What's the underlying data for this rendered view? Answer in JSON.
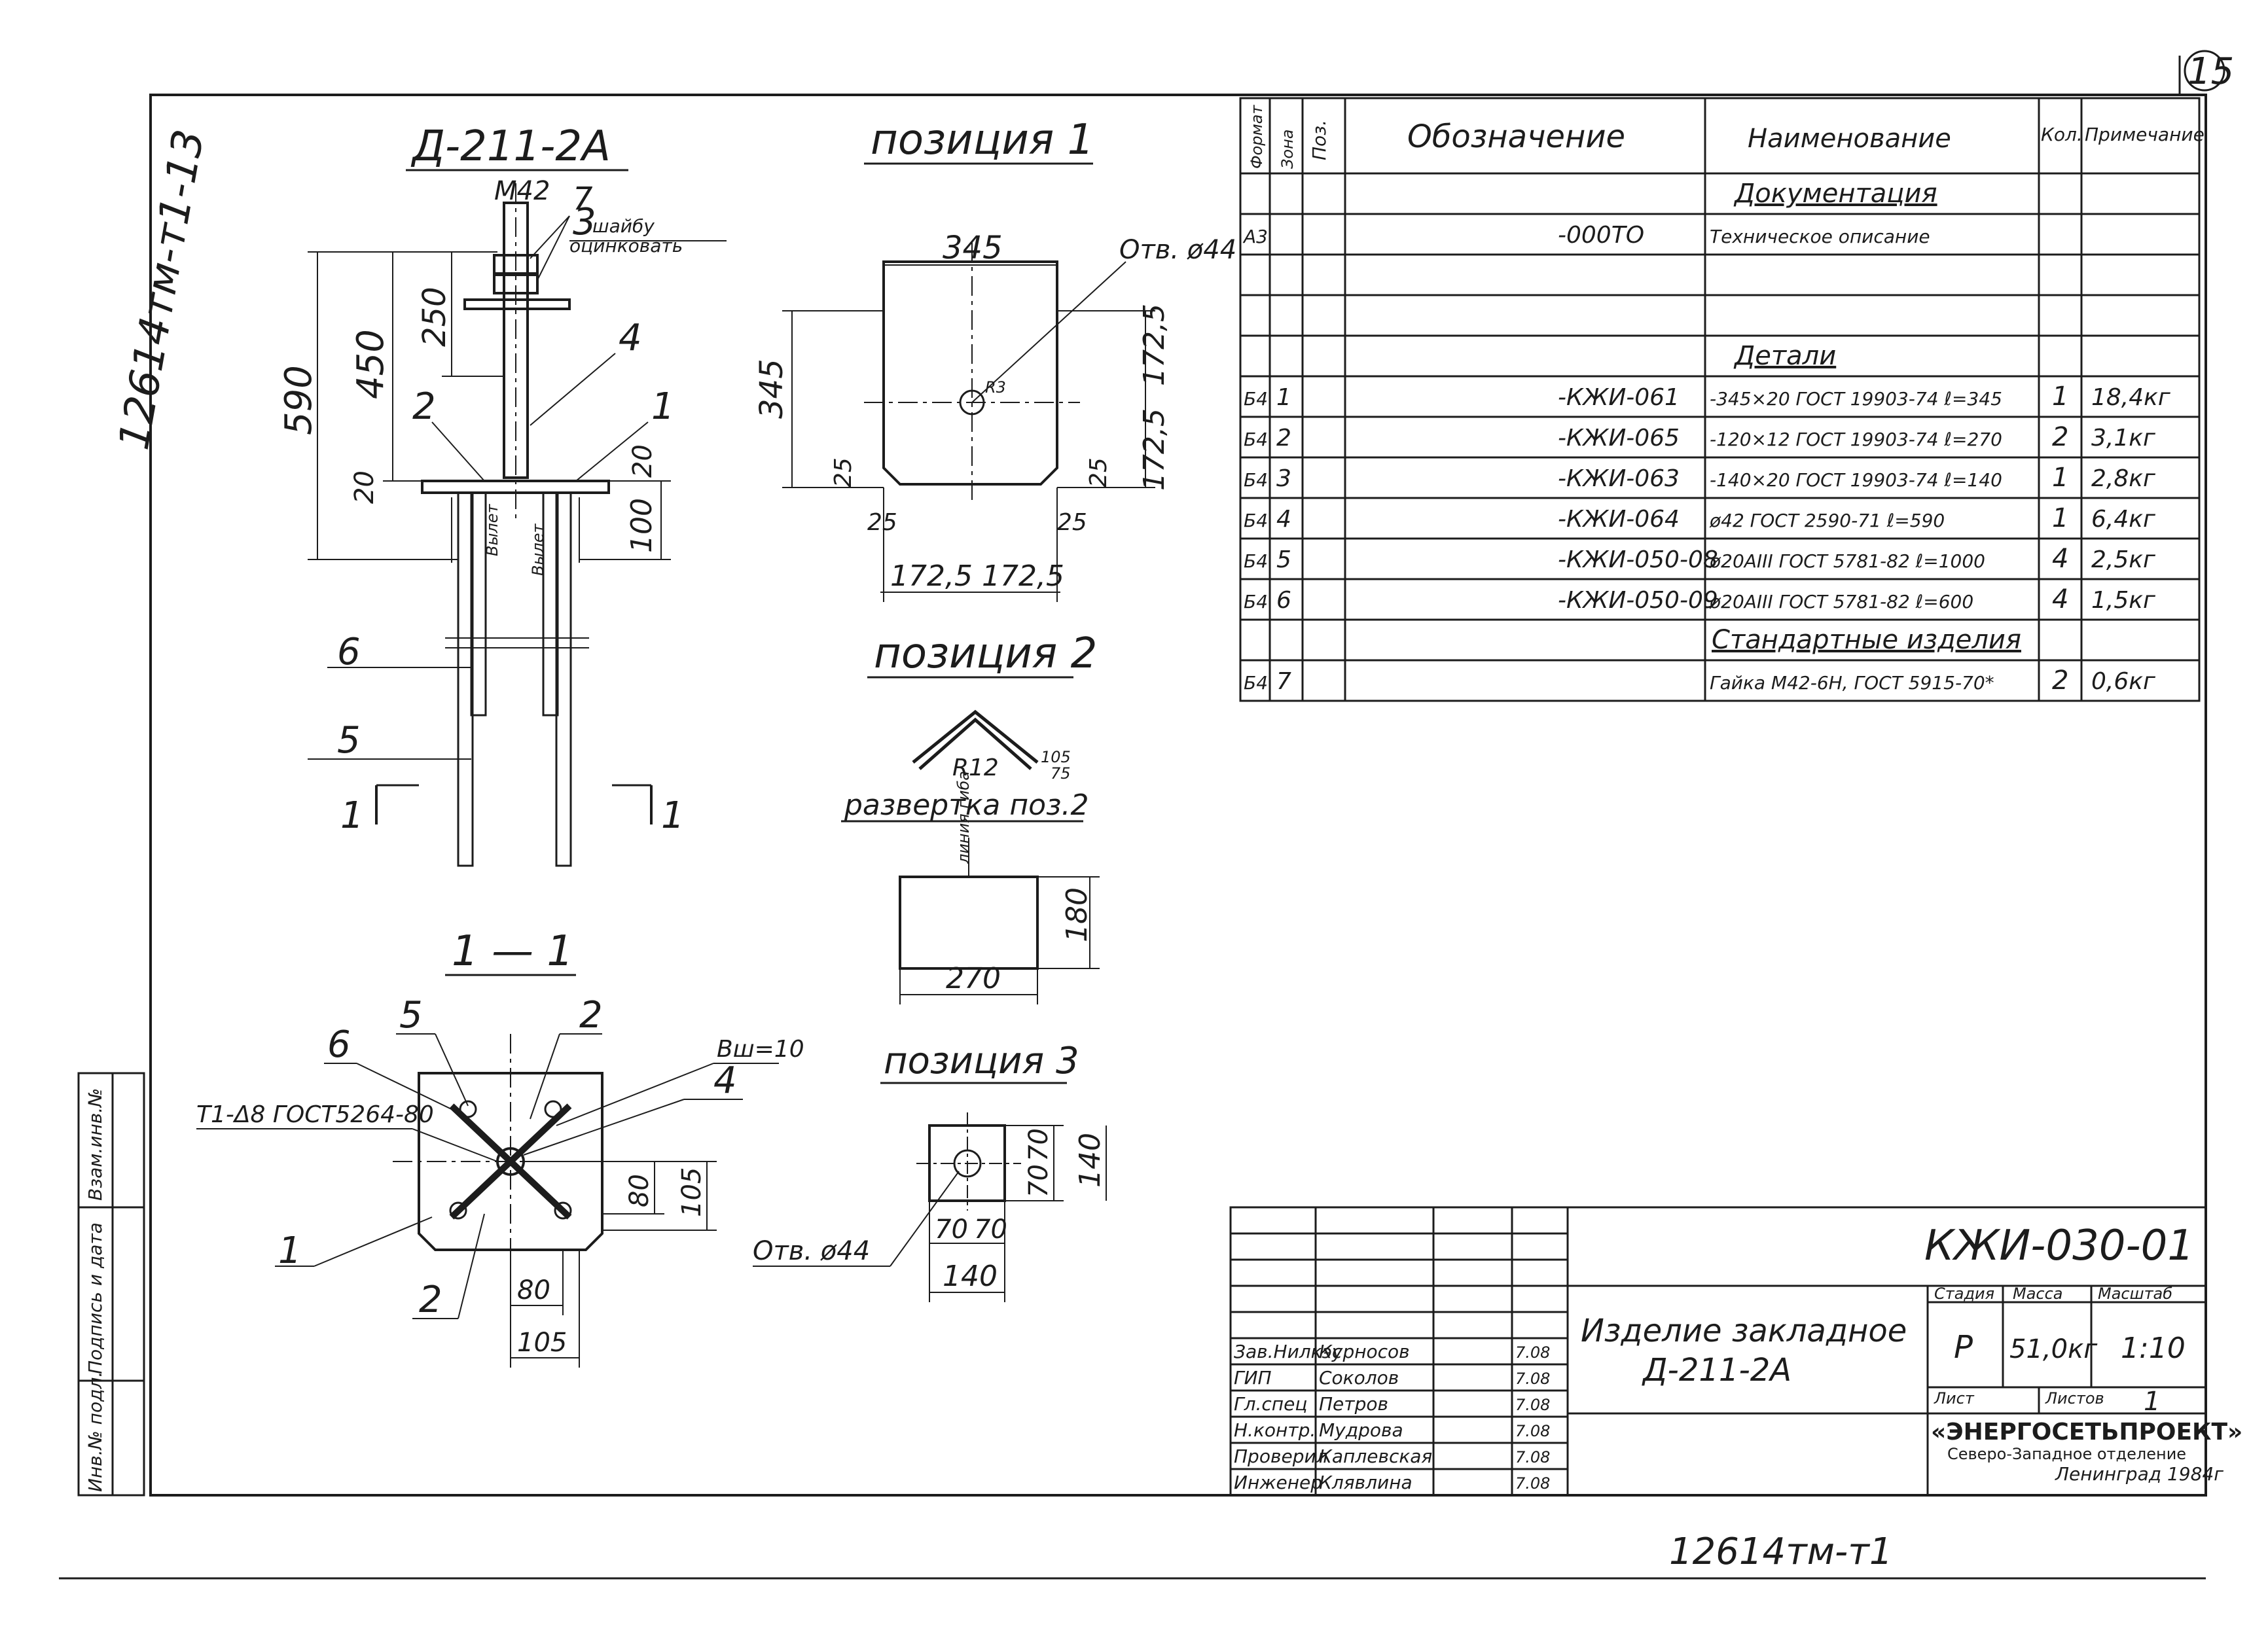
{
  "sheet_number": "15",
  "side_code": "12614тм-т1-13",
  "bottom_code": "12614тм-т1",
  "main_view": {
    "title": "Д-211-2А",
    "labels": {
      "m42": "М42",
      "washer_num": "3",
      "washer_text": "шайбу",
      "galvanize": "оцинковать",
      "section_mark": "1",
      "pos1": "1",
      "pos2": "2",
      "pos4": "4",
      "pos5": "5",
      "pos6": "6",
      "pos7": "7",
      "weld_a": "Вылет",
      "weld_b": "Вылет"
    },
    "dims": {
      "d590": "590",
      "d450": "450",
      "d250": "250",
      "d20a": "20",
      "d20b": "20",
      "d100": "100"
    }
  },
  "position1": {
    "title": "позиция 1",
    "hole": "Отв. ø44",
    "dims": {
      "w345": "345",
      "h345": "345",
      "c25a": "25",
      "c25b": "25",
      "c25c": "25",
      "c25d": "25",
      "b172a": "172,5",
      "b172b": "172,5",
      "r172a": "172,5",
      "r172b": "172,5",
      "r3": "R3"
    }
  },
  "position2": {
    "title": "позиция 2",
    "r12": "R12",
    "d105": "105",
    "d75": "75",
    "development": "развертка поз.2",
    "bend_line": "линия гиба",
    "d180": "180",
    "d270": "270"
  },
  "position3": {
    "title": "позиция 3",
    "hole": "Отв. ø44",
    "dims": {
      "d70a": "70",
      "d70b": "70",
      "d70c": "70",
      "d70d": "70",
      "d140a": "140",
      "d140b": "140"
    }
  },
  "section": {
    "title": "1 — 1",
    "weld": "Т1-Δ8 ГОСТ5264-80",
    "vsh": "Вш=10",
    "labels": {
      "p1": "1",
      "p2a": "2",
      "p2b": "2",
      "p4": "4",
      "p5": "5",
      "p6": "6"
    },
    "dims": {
      "d80a": "80",
      "d105a": "105",
      "d80b": "80",
      "d105b": "105"
    }
  },
  "spec_table": {
    "headers": [
      "Формат",
      "Зона",
      "Поз.",
      "Обозначение",
      "Наименование",
      "Кол.",
      "Примечание"
    ],
    "rows": [
      [
        "",
        "",
        "",
        "",
        "Документация",
        "",
        ""
      ],
      [
        "А3",
        "",
        "",
        "-000ТО",
        "Техническое описание",
        "",
        ""
      ],
      [
        "",
        "",
        "",
        "",
        "",
        "",
        ""
      ],
      [
        "",
        "",
        "",
        "",
        "",
        "",
        ""
      ],
      [
        "",
        "",
        "",
        "",
        "Детали",
        "",
        ""
      ],
      [
        "Б4",
        "1",
        "",
        "-КЖИ-061",
        "-345×20 ГОСТ 19903-74 ℓ=345",
        "1",
        "18,4кг"
      ],
      [
        "Б4",
        "2",
        "",
        "-КЖИ-065",
        "-120×12 ГОСТ 19903-74 ℓ=270",
        "2",
        "3,1кг"
      ],
      [
        "Б4",
        "3",
        "",
        "-КЖИ-063",
        "-140×20 ГОСТ 19903-74 ℓ=140",
        "1",
        "2,8кг"
      ],
      [
        "Б4",
        "4",
        "",
        "-КЖИ-064",
        "ø42 ГОСТ 2590-71 ℓ=590",
        "1",
        "6,4кг"
      ],
      [
        "Б4",
        "5",
        "",
        "-КЖИ-050-08",
        "ø20АIII ГОСТ 5781-82 ℓ=1000",
        "4",
        "2,5кг"
      ],
      [
        "Б4",
        "6",
        "",
        "-КЖИ-050-09",
        "ø20АIII ГОСТ 5781-82 ℓ=600",
        "4",
        "1,5кг"
      ],
      [
        "",
        "",
        "",
        "",
        "Стандартные изделия",
        "",
        ""
      ],
      [
        "Б4",
        "7",
        "",
        "",
        "Гайка М42-6Н, ГОСТ 5915-70*",
        "2",
        "0,6кг"
      ]
    ]
  },
  "title_block": {
    "code": "КЖИ-030-01",
    "name_line1": "Изделие закладное",
    "name_line2": "Д-211-2А",
    "stage_label": "Стадия",
    "mass_label": "Масса",
    "scale_label": "Масштаб",
    "stage": "Р",
    "mass": "51,0кг",
    "scale": "1:10",
    "sheet_label": "Лист",
    "sheets_label": "Листов",
    "sheets": "1",
    "org": "«ЭНЕРГОСЕТЬПРОЕКТ»",
    "org_sub": "Северо-Западное отделение",
    "city": "Ленинград 1984г",
    "staff": [
      {
        "role": "Зав.Нилкэс",
        "name": "Курносов",
        "date": "7.08"
      },
      {
        "role": "ГИП",
        "name": "Соколов",
        "date": "7.08"
      },
      {
        "role": "Гл.спец",
        "name": "Петров",
        "date": "7.08"
      },
      {
        "role": "Н.контр.",
        "name": "Мудрова",
        "date": "7.08"
      },
      {
        "role": "Проверил",
        "name": "Каплевская",
        "date": "7.08"
      },
      {
        "role": "Инженер",
        "name": "Клявлина",
        "date": "7.08"
      }
    ]
  },
  "left_strip": {
    "a": "Взам.инв.№",
    "b": "Подпись и дата",
    "c": "Инв.№ подл."
  }
}
